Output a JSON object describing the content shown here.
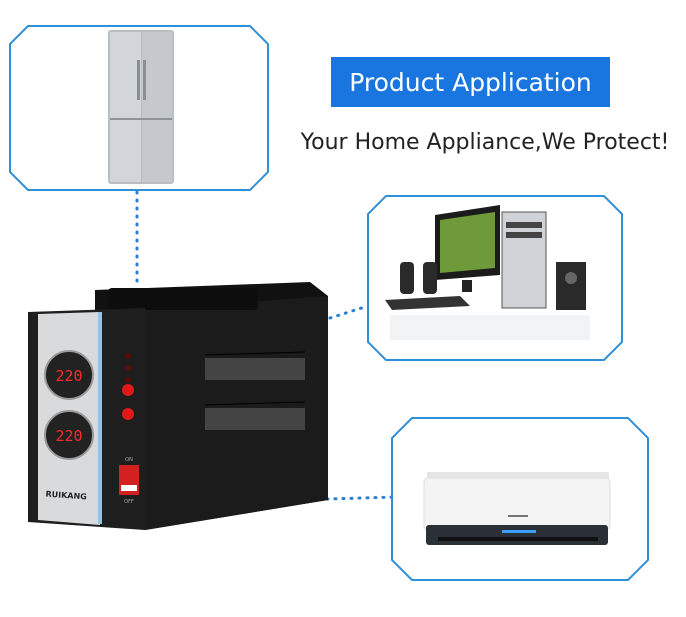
{
  "header": {
    "title": "Product Application",
    "subtitle": "Your Home Appliance,We Protect!"
  },
  "product": {
    "brand": "RUIKANG",
    "display_top": "220",
    "display_bottom": "220",
    "switch_on": "ON",
    "switch_off": "OFF"
  },
  "appliances": [
    "refrigerator",
    "computer",
    "air-conditioner"
  ],
  "colors": {
    "accent": "#1976e0",
    "frame": "#2f8fd8",
    "display": "#ff2a2a"
  }
}
